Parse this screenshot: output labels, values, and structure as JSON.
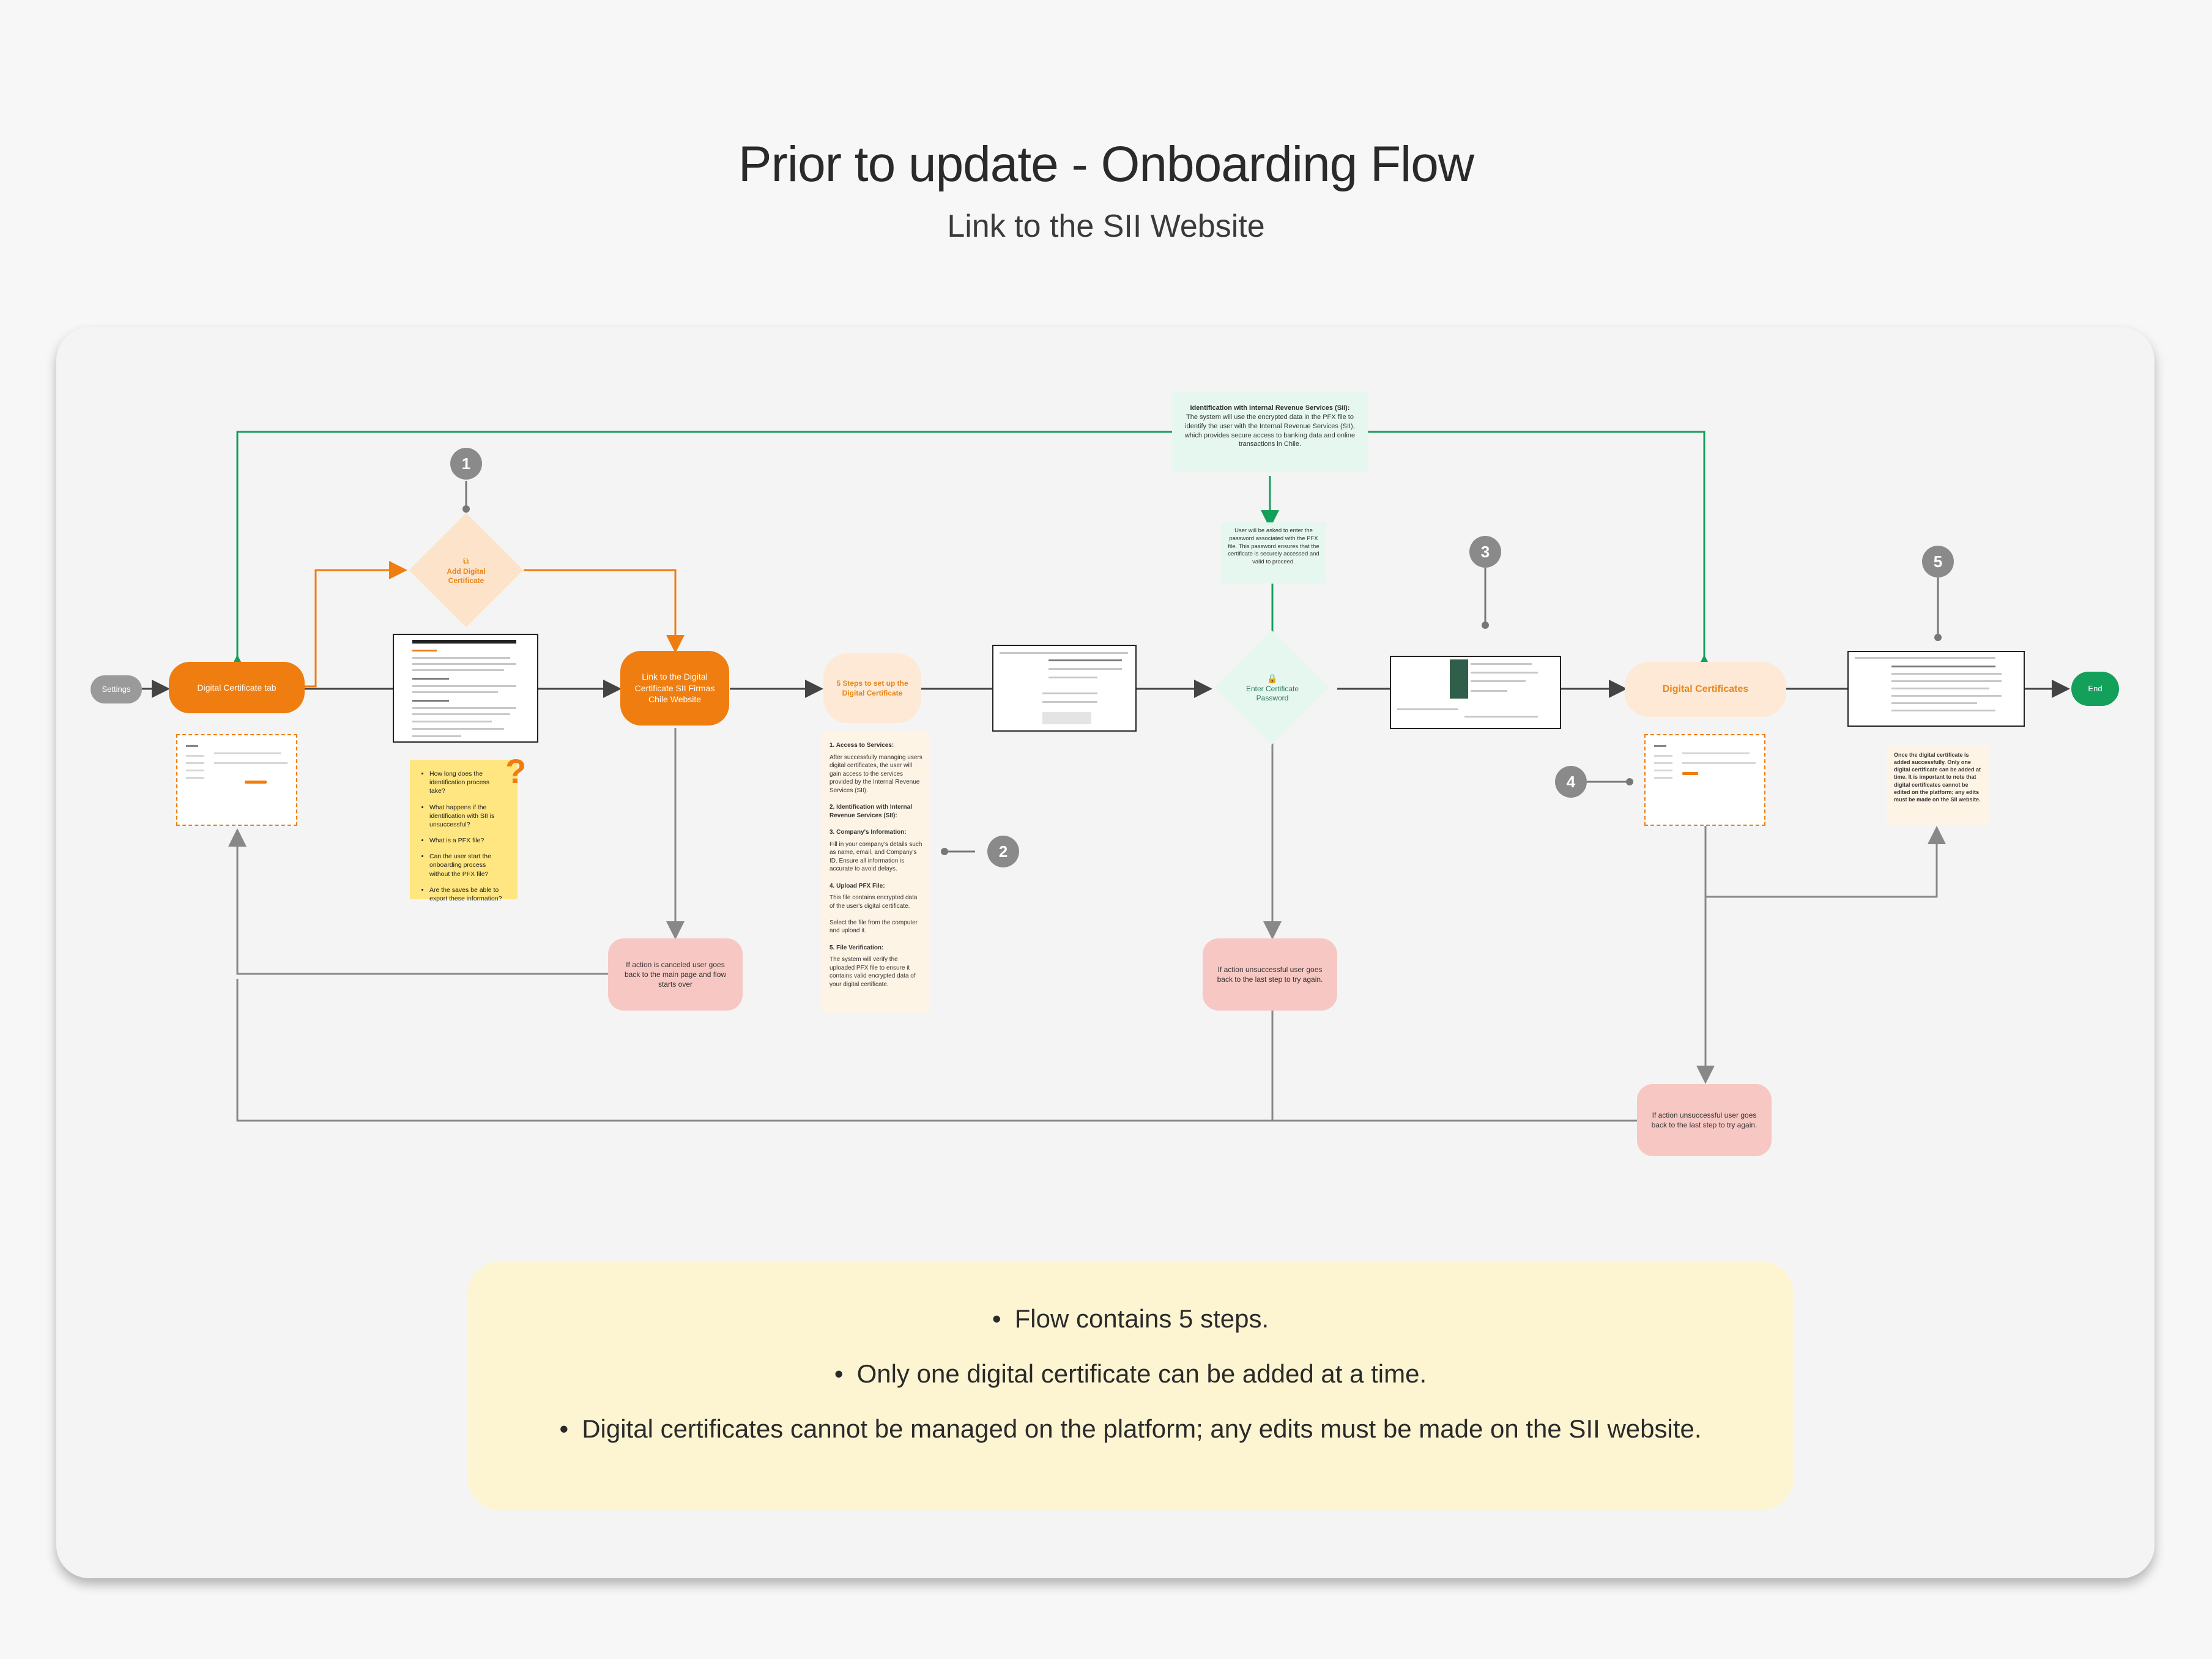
{
  "header": {
    "title": "Prior to update - Onboarding Flow",
    "subtitle": "Link to the SII Website"
  },
  "colors": {
    "accent_orange": "#ef7d0f",
    "peach": "#fde9d5",
    "pink_note": "#f7c8c3",
    "mint": "#e6f7ef",
    "success_green": "#12a05a",
    "sticky_yellow": "#ffe680"
  },
  "nodes": {
    "settings": "Settings",
    "digital_certificate_tab": "Digital Certificate tab",
    "add_digital_certificate": "Add Digital Certificate",
    "link_to_sii": "Link to the Digital Certificate SII Firmas Chile Website",
    "five_steps": "5 Steps to set up the Digital Certificate",
    "enter_password": "Enter Certificate Password",
    "digital_certificates": "Digital Certificates",
    "end": "End"
  },
  "badges": [
    "1",
    "2",
    "3",
    "4",
    "5"
  ],
  "identification_note": {
    "heading": "Identification with Internal Revenue Services (SII):",
    "body": "The system will use the encrypted data in the PFX file to identify the user with the Internal Revenue Services (SII), which provides secure access to banking data and online transactions in Chile."
  },
  "password_note": "User will be asked to enter the password associated with the PFX file. This password ensures that the certificate is securely accessed and valid to proceed.",
  "questions": [
    "How long does the identification process take?",
    "What happens if the identification with SII is unsuccessful?",
    "What is a PFX file?",
    "Can the user start the onboarding process without the PFX file?",
    "Are the saves be able to export these information?"
  ],
  "steps": [
    {
      "heading": "1.  Access to Services:",
      "body": "After successfully managing users digital certificates, the user will gain access to the services provided by the Internal Revenue Services (SII)."
    },
    {
      "heading": "2.  Identification with Internal Revenue Services (SII):",
      "body": ""
    },
    {
      "heading": "3. Company's Information:",
      "body": "Fill in your company's details such as name, email, and Company's ID. Ensure all information is accurate to avoid delays."
    },
    {
      "heading": "4.  Upload PFX File:",
      "body": "This file contains encrypted data of the user's digital certificate.\n\nSelect the file from the computer and upload it."
    },
    {
      "heading": "5.  File Verification:",
      "body": "The system will verify the uploaded PFX file to ensure it contains valid encrypted data of your digital certificate."
    }
  ],
  "cancel_notes": {
    "canceled": "If action is canceled user goes back to the main page and flow starts over",
    "unsuccessful_password": "If action unsuccessful user goes back to the last step to try again.",
    "unsuccessful_certificates": "If action unsuccessful user goes back to the last step to try again."
  },
  "final_note": "Once the digital certificate is added successfully.  Only one digital certificate can be added at time. It is important to note that digital certificates cannot be edited on the platform; any edits must be made on the SII website.",
  "summary": [
    "Flow contains 5 steps.",
    "Only one digital certificate can be added at a time.",
    "Digital certificates cannot be managed on the platform; any edits must be made on the SII website."
  ]
}
